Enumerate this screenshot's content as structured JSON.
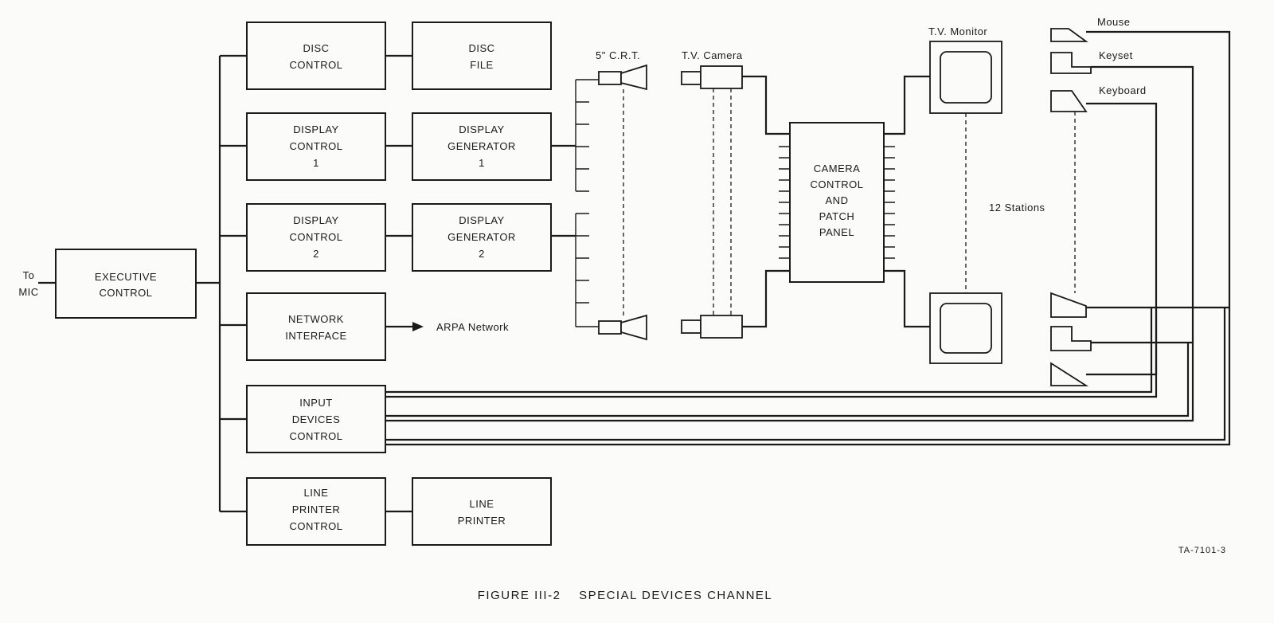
{
  "to_mic": {
    "line1": "To",
    "line2": "MIC"
  },
  "boxes": {
    "executive": [
      "EXECUTIVE",
      "CONTROL"
    ],
    "disc_control": [
      "DISC",
      "CONTROL"
    ],
    "disc_file": [
      "DISC",
      "FILE"
    ],
    "display_control_1": [
      "DISPLAY",
      "CONTROL",
      "1"
    ],
    "display_generator_1": [
      "DISPLAY",
      "GENERATOR",
      "1"
    ],
    "display_control_2": [
      "DISPLAY",
      "CONTROL",
      "2"
    ],
    "display_generator_2": [
      "DISPLAY",
      "GENERATOR",
      "2"
    ],
    "network_interface": [
      "NETWORK",
      "INTERFACE"
    ],
    "input_devices_control": [
      "INPUT",
      "DEVICES",
      "CONTROL"
    ],
    "line_printer_control": [
      "LINE",
      "PRINTER",
      "CONTROL"
    ],
    "line_printer": [
      "LINE",
      "PRINTER"
    ],
    "camera_control": [
      "CAMERA",
      "CONTROL",
      "AND",
      "PATCH",
      "PANEL"
    ]
  },
  "labels": {
    "arpa": "ARPA Network",
    "crt": "5\" C.R.T.",
    "tv_camera": "T.V. Camera",
    "tv_monitor": "T.V. Monitor",
    "mouse": "Mouse",
    "keyset": "Keyset",
    "keyboard": "Keyboard",
    "stations": "12 Stations",
    "ref_code": "TA-7101-3"
  },
  "caption": "FIGURE III-2    SPECIAL DEVICES CHANNEL"
}
